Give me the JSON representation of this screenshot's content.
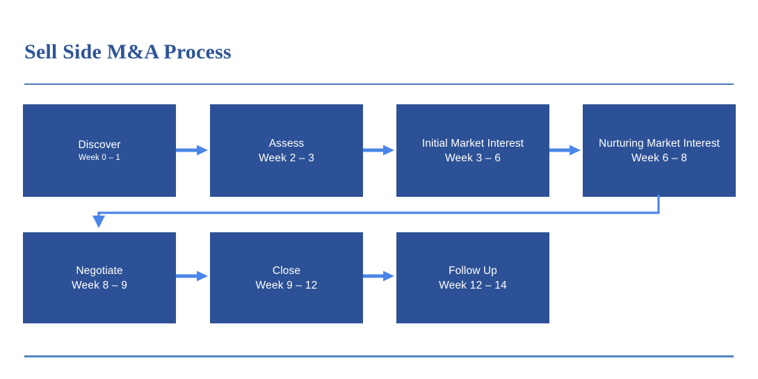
{
  "slide": {
    "title": "Sell Side M&A Process",
    "background_color": "#ffffff",
    "title_color": "#2e5496",
    "box_fill_color": "#2d5196",
    "box_text_color": "#ffffff",
    "arrow_color": "#4a86e8",
    "rule_color": "#4a7ab5"
  },
  "process": {
    "steps": [
      {
        "id": "discover",
        "label": "Discover",
        "week": "Week 0 – 1",
        "row": 1,
        "column": 1
      },
      {
        "id": "assess",
        "label": "Assess",
        "week": "Week 2 – 3",
        "row": 1,
        "column": 2
      },
      {
        "id": "initial-market",
        "label": "Initial Market Interest",
        "week": "Week 3 – 6",
        "row": 1,
        "column": 3
      },
      {
        "id": "nurturing",
        "label": "Nurturing Market Interest",
        "week": "Week 6 – 8",
        "row": 1,
        "column": 4
      },
      {
        "id": "negotiate",
        "label": "Negotiate",
        "week": "Week 8 – 9",
        "row": 2,
        "column": 1
      },
      {
        "id": "close",
        "label": "Close",
        "week": "Week 9 – 12",
        "row": 2,
        "column": 2
      },
      {
        "id": "follow-up",
        "label": "Follow Up",
        "week": "Week 12 – 14",
        "row": 2,
        "column": 3
      }
    ],
    "connectors": [
      {
        "id": "arrow-1",
        "from": "discover",
        "to": "assess",
        "type": "horizontal"
      },
      {
        "id": "arrow-2",
        "from": "assess",
        "to": "initial-market",
        "type": "horizontal"
      },
      {
        "id": "arrow-3",
        "from": "initial-market",
        "to": "nurturing",
        "type": "horizontal"
      },
      {
        "id": "arrow-wrap",
        "from": "nurturing",
        "to": "negotiate",
        "type": "wrap-around"
      },
      {
        "id": "arrow-4",
        "from": "negotiate",
        "to": "close",
        "type": "horizontal"
      },
      {
        "id": "arrow-5",
        "from": "close",
        "to": "follow-up",
        "type": "horizontal"
      }
    ]
  }
}
